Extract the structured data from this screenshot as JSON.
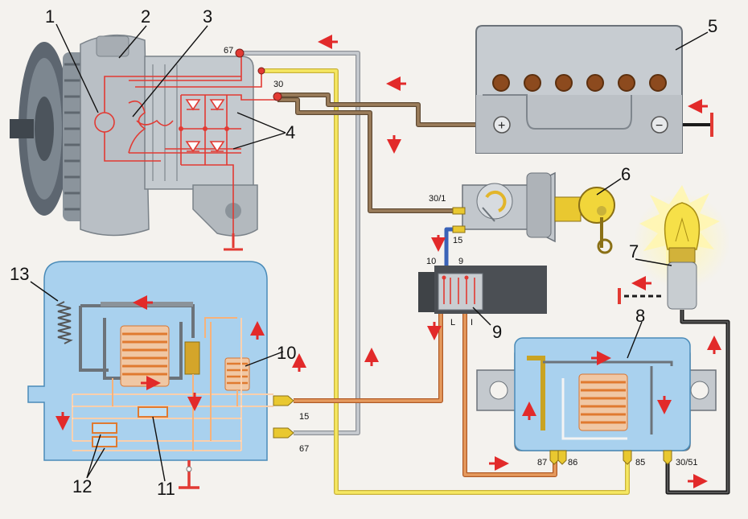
{
  "callouts": {
    "alternator_regulator": "1",
    "alternator": "2",
    "rotor_winding": "3",
    "rectifier_diodes": "4",
    "battery": "5",
    "ignition_switch": "6",
    "warning_lamp": "7",
    "lamp_relay": "8",
    "fuse_block": "9",
    "resistor_coil": "10",
    "resistor": "11",
    "resistors_pair": "12",
    "voltage_regulator": "13"
  },
  "terminals": {
    "alt_67": "67",
    "alt_30": "30",
    "sw_30_1": "30/1",
    "sw_15": "15",
    "fuse_10": "10",
    "fuse_9": "9",
    "fuse_L": "L",
    "fuse_I": "I",
    "reg_15": "15",
    "reg_67": "67",
    "relay_87": "87",
    "relay_86": "86",
    "relay_85": "85",
    "relay_30_51": "30/51"
  },
  "battery": {
    "plus": "+",
    "minus": "−"
  },
  "colors": {
    "background": "#f4f2ee",
    "regulator_blue": "#a9d1ee",
    "wire_brown": "#8a6d4d",
    "wire_yellow": "#f3e25a",
    "wire_gray": "#b8bcc2",
    "wire_orange": "#e0874a",
    "wire_black": "#222222",
    "circuit_red": "#e23a33",
    "arrow_red": "#e22a2a",
    "lamp_glow": "#fff3a0"
  }
}
